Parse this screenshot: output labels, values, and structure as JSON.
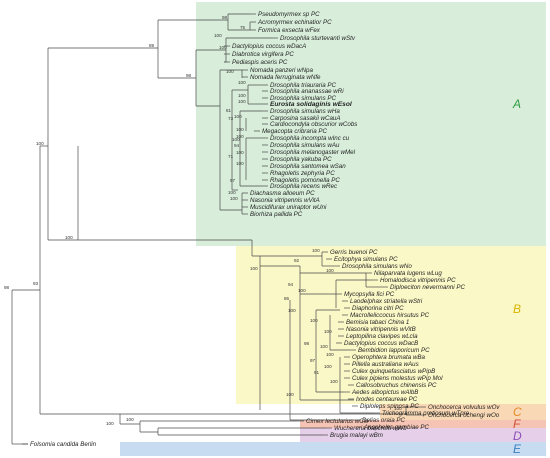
{
  "colors": {
    "A": "#d8eedb",
    "B": "#fbf8c8",
    "C": "#f9d9b5",
    "F": "#f6c4b4",
    "D": "#e6cfe9",
    "E": "#c7dcf0",
    "label_A": "#2e9d40",
    "label_B": "#d8b400",
    "label_C": "#e58b2a",
    "label_F": "#d0503a",
    "label_D": "#8a4fb8",
    "label_E": "#3a7fc4"
  },
  "clades": [
    {
      "key": "A",
      "label": "A"
    },
    {
      "key": "B",
      "label": "B"
    },
    {
      "key": "C",
      "label": "C"
    },
    {
      "key": "F",
      "label": "F"
    },
    {
      "key": "D",
      "label": "D"
    },
    {
      "key": "E",
      "label": "E"
    }
  ],
  "taxa": [
    "Pseudomyrmex sp PC",
    "Acromyrmex echinatior PC",
    "Formica exsecta wFex",
    "Drosophila sturtevanti wStv",
    "Dactylopius coccus wDacA",
    "Diabrotica virgifera PC",
    "Pediaspis aceris PC",
    "Nomada panzeri wNpa",
    "Nomada ferruginata wNfe",
    "Drosophila triauraria PC",
    "Drosophila ananassae wRi",
    "Drosophila simulans PC",
    "Eurosta solidaginis wEsol",
    "Drosophila simulans wHa",
    "Carposina sasakii wCauA",
    "Cardiocondyla obscurior wCobs",
    "Megacopta cribraria PC",
    "Drosophila incompta wInc cu",
    "Drosophila simulans wAu",
    "Drosophila melanogaster wMel",
    "Drosophila yakuba PC",
    "Drosophila santomea wSan",
    "Rhagoletis zephyria PC",
    "Rhagoletis pomonella PC",
    "Drosophila recens wRec",
    "Diachasma alloeum PC",
    "Nasonia vitripennis wVitA",
    "Muscidifurax uniraptor wUni",
    "Biorhiza pallida PC",
    "Gerris buenoi PC",
    "Ecitophya simulans PC",
    "Drosophila simulans wNo",
    "Nilaparvata lugens wLug",
    "Homalodisca vitripennis PC",
    "Diploeciton nevermanni PC",
    "Mycopsylla fici PC",
    "Laodelphax striatella wStri",
    "Diaphorina citri PC",
    "Macrolleliccocus hirsutus PC",
    "Bemisia tabaci China 1",
    "Nasonia vitripennis wVitB",
    "Leptopilina clavipes wLcla",
    "Dactylopius coccus wDacB",
    "Bembidion lapporicum PC",
    "Operophtera brumata wBa",
    "Pillella australiana wAus",
    "Culex quinquefasciatus wPipB",
    "Culex pipiens molestus wPip Mol",
    "Callosobruchus chinensis PC",
    "Aedes albopictus wAlbB",
    "Ixodes centaureae PC",
    "Diploleps spinosa PC",
    "Trichogramma pretiosum wTpre",
    "Delias oraia PC",
    "Anopheles gambiae PC",
    "Onchocerca volvulus wOv",
    "Onchocerca ochengi wOo",
    "Cimex lectularius wCle",
    "Wuchereria bancrofti wWb",
    "Brugia malayi wBm",
    "Folsomia candida Berlin"
  ],
  "bootstrap": {
    "root": "98",
    "ab": "93",
    "a": "100",
    "a_upper": "89",
    "b": "100",
    "cf": "100",
    "c": "100",
    "fd": "100",
    "p01": "98",
    "p02": "75",
    "p03": "100",
    "p04": "98",
    "p05": "100",
    "p06": "100",
    "p07": "100",
    "p08": "100",
    "p09": "100",
    "p10": "81",
    "p11": "100",
    "p12": "73",
    "p13": "100",
    "p14": "100",
    "p15": "100",
    "p16": "94",
    "p17": "100",
    "p18": "71",
    "p19": "100",
    "p20": "97",
    "p21": "100",
    "p22": "100",
    "p23": "100",
    "p24": "92",
    "p25": "100",
    "p26": "100",
    "p27": "94",
    "p28": "100",
    "p29": "86",
    "p30": "100",
    "p31": "100",
    "p32": "100",
    "p33": "98",
    "p34": "100",
    "p35": "100",
    "p36": "97",
    "p37": "100",
    "p38": "91",
    "p39": "100",
    "p40": "100"
  }
}
